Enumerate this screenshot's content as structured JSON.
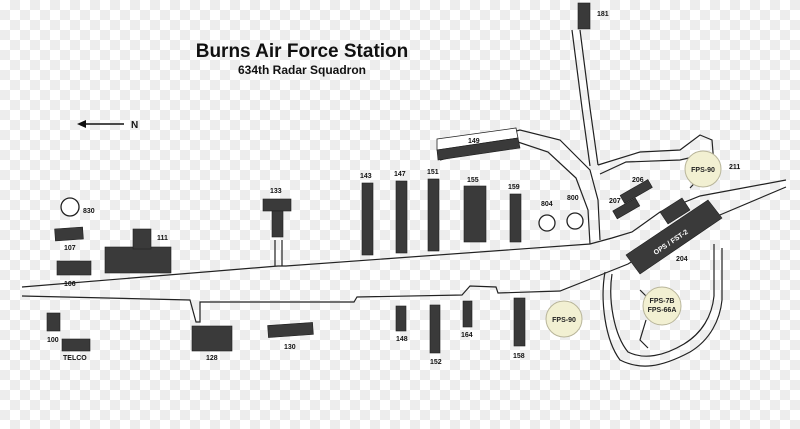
{
  "map": {
    "title": "Burns Air Force Station",
    "subtitle": "634th Radar Squadron",
    "north_label": "N",
    "buildings": {
      "b181": "181",
      "b149": "149",
      "b143": "143",
      "b147": "147",
      "b151": "151",
      "b155": "155",
      "b159": "159",
      "b804": "804",
      "b800": "800",
      "b206": "206",
      "b207": "207",
      "b211": "211",
      "b204": "204",
      "b133": "133",
      "b830": "830",
      "b111": "111",
      "b107": "107",
      "b106": "106",
      "b100": "100",
      "telco": "TELCO",
      "b128": "128",
      "b130": "130",
      "b148": "148",
      "b152": "152",
      "b164": "164",
      "b158": "158"
    },
    "ops_label": "OPS / FST-2",
    "radars": {
      "fps90_top": "FPS-90",
      "fps90_bottom": "FPS-90",
      "fps7b": "FPS-7B",
      "fps66a": "FPS-66A"
    }
  }
}
